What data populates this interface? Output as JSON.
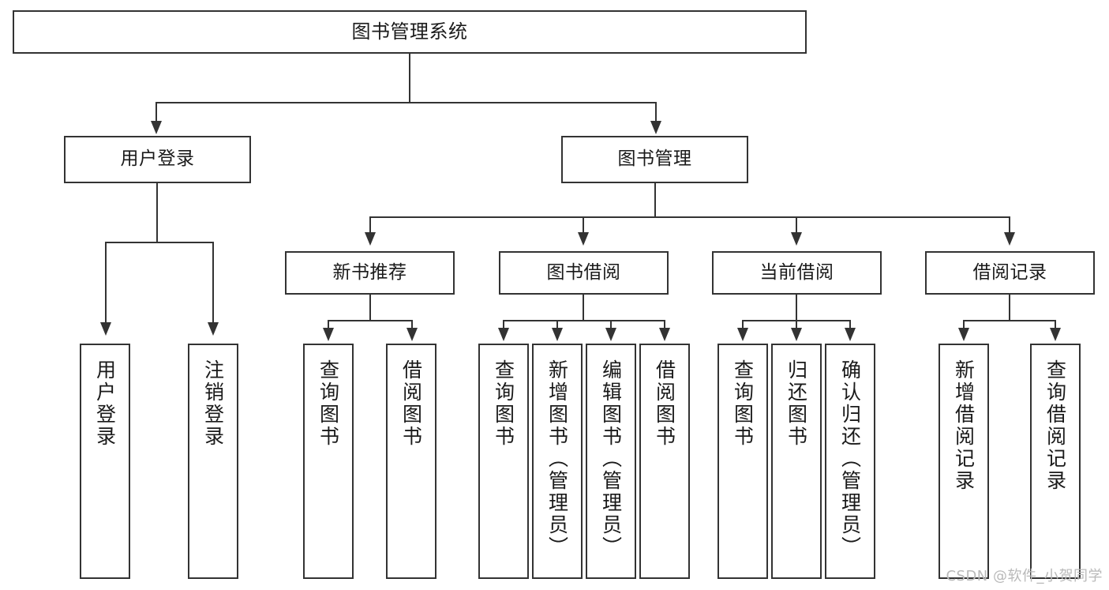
{
  "diagram": {
    "title": "图书管理系统",
    "type": "tree",
    "root": {
      "id": "root",
      "label": "图书管理系统"
    },
    "level2": [
      {
        "id": "user-login",
        "label": "用户登录"
      },
      {
        "id": "book-manage",
        "label": "图书管理"
      }
    ],
    "level3": [
      {
        "id": "new-book-recommend",
        "label": "新书推荐",
        "parent": "book-manage"
      },
      {
        "id": "book-borrow",
        "label": "图书借阅",
        "parent": "book-manage"
      },
      {
        "id": "current-borrow",
        "label": "当前借阅",
        "parent": "book-manage"
      },
      {
        "id": "borrow-record",
        "label": "借阅记录",
        "parent": "book-manage"
      }
    ],
    "leaves": [
      {
        "id": "leaf-user-login",
        "label": "用户登录",
        "parent": "user-login"
      },
      {
        "id": "leaf-logout",
        "label": "注销登录",
        "parent": "user-login"
      },
      {
        "id": "leaf-query-book-1",
        "label": "查询图书",
        "parent": "new-book-recommend"
      },
      {
        "id": "leaf-borrow-book-1",
        "label": "借阅图书",
        "parent": "new-book-recommend"
      },
      {
        "id": "leaf-query-book-2",
        "label": "查询图书",
        "parent": "book-borrow"
      },
      {
        "id": "leaf-add-book",
        "label": "新增图书（管理员）",
        "parent": "book-borrow"
      },
      {
        "id": "leaf-edit-book",
        "label": "编辑图书（管理员）",
        "parent": "book-borrow"
      },
      {
        "id": "leaf-borrow-book-2",
        "label": "借阅图书",
        "parent": "book-borrow"
      },
      {
        "id": "leaf-query-book-3",
        "label": "查询图书",
        "parent": "current-borrow"
      },
      {
        "id": "leaf-return-book",
        "label": "归还图书",
        "parent": "current-borrow"
      },
      {
        "id": "leaf-confirm-return",
        "label": "确认归还（管理员）",
        "parent": "current-borrow"
      },
      {
        "id": "leaf-add-record",
        "label": "新增借阅记录",
        "parent": "borrow-record"
      },
      {
        "id": "leaf-query-record",
        "label": "查询借阅记录",
        "parent": "borrow-record"
      }
    ],
    "watermark": "CSDN @软件_小贺同学",
    "colors": {
      "stroke": "#333333",
      "fill": "#ffffff",
      "text": "#1a1a1a",
      "watermark": "#b9b9b9"
    }
  }
}
